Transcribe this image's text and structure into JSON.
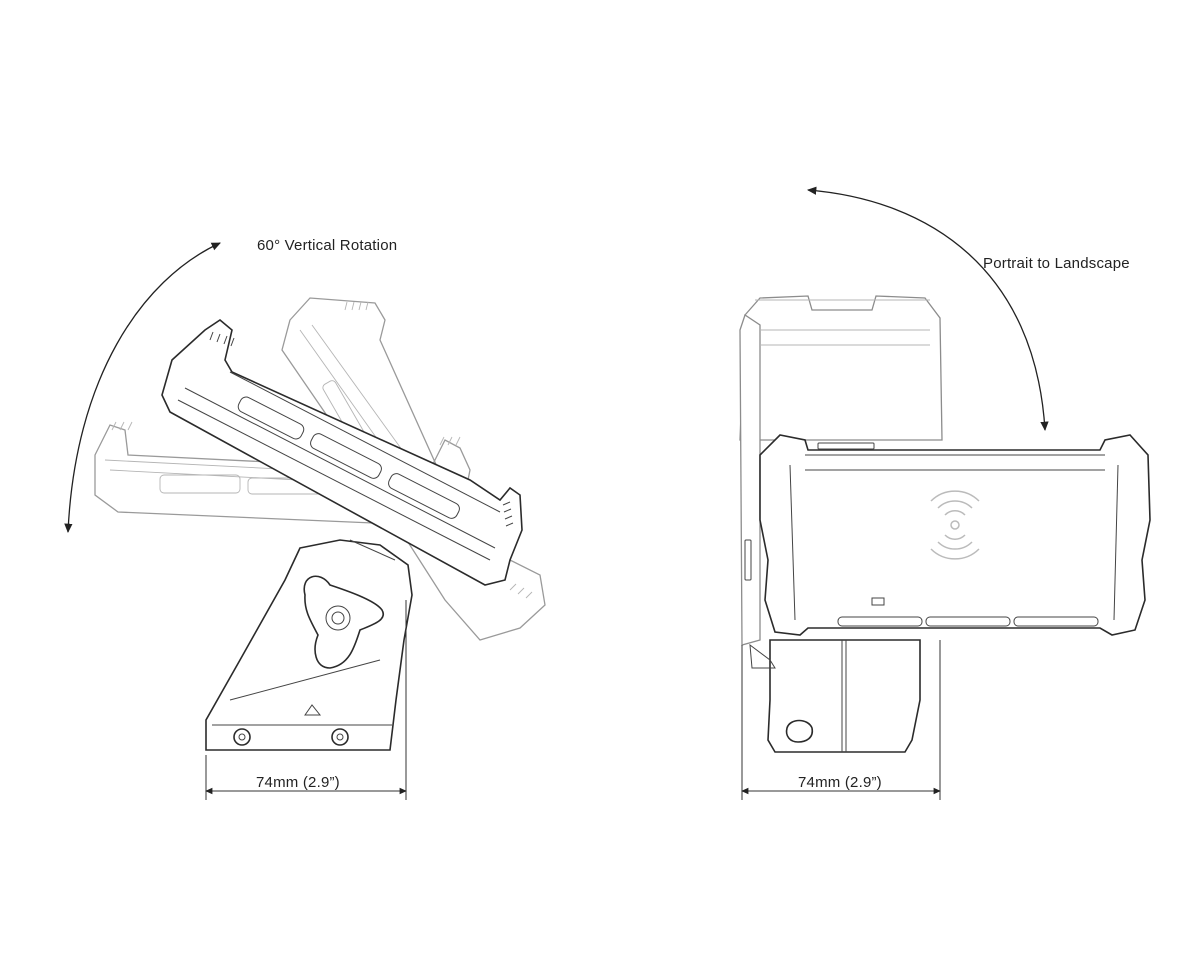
{
  "labels": {
    "vertical_rotation": "60° Vertical  Rotation",
    "portrait_landscape": "Portrait to Landscape"
  },
  "dimensions": {
    "left_width": "74mm (2.9”)",
    "right_width": "74mm (2.9”)"
  }
}
